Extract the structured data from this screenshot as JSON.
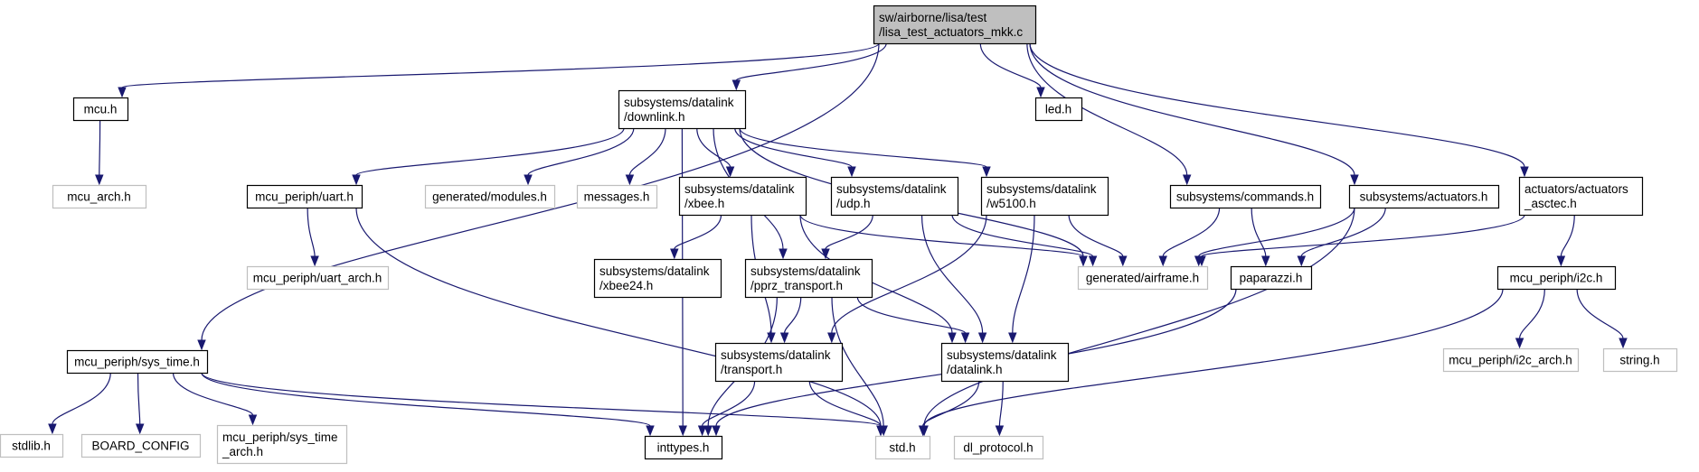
{
  "colors": {
    "edge": "#191970",
    "box_border": "#000000",
    "box_border_missing": "#bfbfbf",
    "root_fill": "#bfbfbf",
    "fill": "#ffffff"
  },
  "nodes": [
    {
      "id": "root",
      "lines": [
        "sw/airborne/lisa/test",
        "/lisa_test_actuators_mkk.c"
      ],
      "kind": "root"
    },
    {
      "id": "mcu",
      "lines": [
        "mcu.h"
      ],
      "kind": "file"
    },
    {
      "id": "mcu_arch",
      "lines": [
        "mcu_arch.h"
      ],
      "kind": "missing"
    },
    {
      "id": "downlink",
      "lines": [
        "subsystems/datalink",
        "/downlink.h"
      ],
      "kind": "file"
    },
    {
      "id": "led",
      "lines": [
        "led.h"
      ],
      "kind": "file"
    },
    {
      "id": "uart",
      "lines": [
        "mcu_periph/uart.h"
      ],
      "kind": "file"
    },
    {
      "id": "gen_modules",
      "lines": [
        "generated/modules.h"
      ],
      "kind": "missing"
    },
    {
      "id": "messages",
      "lines": [
        "messages.h"
      ],
      "kind": "missing"
    },
    {
      "id": "xbee",
      "lines": [
        "subsystems/datalink",
        "/xbee.h"
      ],
      "kind": "file"
    },
    {
      "id": "udp",
      "lines": [
        "subsystems/datalink",
        "/udp.h"
      ],
      "kind": "file"
    },
    {
      "id": "w5100",
      "lines": [
        "subsystems/datalink",
        "/w5100.h"
      ],
      "kind": "file"
    },
    {
      "id": "commands",
      "lines": [
        "subsystems/commands.h"
      ],
      "kind": "file"
    },
    {
      "id": "actuators",
      "lines": [
        "subsystems/actuators.h"
      ],
      "kind": "file"
    },
    {
      "id": "asctec",
      "lines": [
        "actuators/actuators",
        "_asctec.h"
      ],
      "kind": "file"
    },
    {
      "id": "uart_arch",
      "lines": [
        "mcu_periph/uart_arch.h"
      ],
      "kind": "missing"
    },
    {
      "id": "xbee24",
      "lines": [
        "subsystems/datalink",
        "/xbee24.h"
      ],
      "kind": "file"
    },
    {
      "id": "pprz",
      "lines": [
        "subsystems/datalink",
        "/pprz_transport.h"
      ],
      "kind": "file"
    },
    {
      "id": "airframe",
      "lines": [
        "generated/airframe.h"
      ],
      "kind": "missing"
    },
    {
      "id": "paparazzi",
      "lines": [
        "paparazzi.h"
      ],
      "kind": "file"
    },
    {
      "id": "i2c",
      "lines": [
        "mcu_periph/i2c.h"
      ],
      "kind": "file"
    },
    {
      "id": "sys_time",
      "lines": [
        "mcu_periph/sys_time.h"
      ],
      "kind": "file"
    },
    {
      "id": "transport",
      "lines": [
        "subsystems/datalink",
        "/transport.h"
      ],
      "kind": "file"
    },
    {
      "id": "datalink",
      "lines": [
        "subsystems/datalink",
        "/datalink.h"
      ],
      "kind": "file"
    },
    {
      "id": "i2c_arch",
      "lines": [
        "mcu_periph/i2c_arch.h"
      ],
      "kind": "missing"
    },
    {
      "id": "string",
      "lines": [
        "string.h"
      ],
      "kind": "missing"
    },
    {
      "id": "stdlib",
      "lines": [
        "stdlib.h"
      ],
      "kind": "missing"
    },
    {
      "id": "board_config",
      "lines": [
        "BOARD_CONFIG"
      ],
      "kind": "missing"
    },
    {
      "id": "sys_time_arch",
      "lines": [
        "mcu_periph/sys_time",
        "_arch.h"
      ],
      "kind": "missing"
    },
    {
      "id": "inttypes",
      "lines": [
        "inttypes.h"
      ],
      "kind": "file"
    },
    {
      "id": "std",
      "lines": [
        "std.h"
      ],
      "kind": "missing"
    },
    {
      "id": "dl_protocol",
      "lines": [
        "dl_protocol.h"
      ],
      "kind": "missing"
    }
  ],
  "edges": [
    [
      "root",
      "mcu"
    ],
    [
      "root",
      "downlink"
    ],
    [
      "root",
      "led"
    ],
    [
      "root",
      "sys_time"
    ],
    [
      "root",
      "commands"
    ],
    [
      "root",
      "actuators"
    ],
    [
      "root",
      "asctec"
    ],
    [
      "mcu",
      "mcu_arch"
    ],
    [
      "downlink",
      "uart"
    ],
    [
      "downlink",
      "gen_modules"
    ],
    [
      "downlink",
      "messages"
    ],
    [
      "downlink",
      "xbee"
    ],
    [
      "downlink",
      "udp"
    ],
    [
      "downlink",
      "w5100"
    ],
    [
      "downlink",
      "pprz"
    ],
    [
      "downlink",
      "inttypes"
    ],
    [
      "downlink",
      "airframe"
    ],
    [
      "uart",
      "uart_arch"
    ],
    [
      "uart",
      "std"
    ],
    [
      "xbee",
      "xbee24"
    ],
    [
      "xbee",
      "transport"
    ],
    [
      "xbee",
      "datalink"
    ],
    [
      "xbee",
      "airframe"
    ],
    [
      "udp",
      "pprz"
    ],
    [
      "udp",
      "datalink"
    ],
    [
      "udp",
      "airframe"
    ],
    [
      "w5100",
      "transport"
    ],
    [
      "w5100",
      "datalink"
    ],
    [
      "w5100",
      "airframe"
    ],
    [
      "commands",
      "airframe"
    ],
    [
      "commands",
      "paparazzi"
    ],
    [
      "actuators",
      "airframe"
    ],
    [
      "actuators",
      "paparazzi"
    ],
    [
      "actuators",
      "std"
    ],
    [
      "asctec",
      "airframe"
    ],
    [
      "asctec",
      "i2c"
    ],
    [
      "pprz",
      "transport"
    ],
    [
      "pprz",
      "datalink"
    ],
    [
      "pprz",
      "inttypes"
    ],
    [
      "pprz",
      "std"
    ],
    [
      "paparazzi",
      "inttypes"
    ],
    [
      "i2c",
      "i2c_arch"
    ],
    [
      "i2c",
      "string"
    ],
    [
      "i2c",
      "std"
    ],
    [
      "sys_time",
      "stdlib"
    ],
    [
      "sys_time",
      "board_config"
    ],
    [
      "sys_time",
      "sys_time_arch"
    ],
    [
      "sys_time",
      "inttypes"
    ],
    [
      "sys_time",
      "std"
    ],
    [
      "transport",
      "inttypes"
    ],
    [
      "transport",
      "std"
    ],
    [
      "datalink",
      "std"
    ],
    [
      "datalink",
      "dl_protocol"
    ]
  ]
}
